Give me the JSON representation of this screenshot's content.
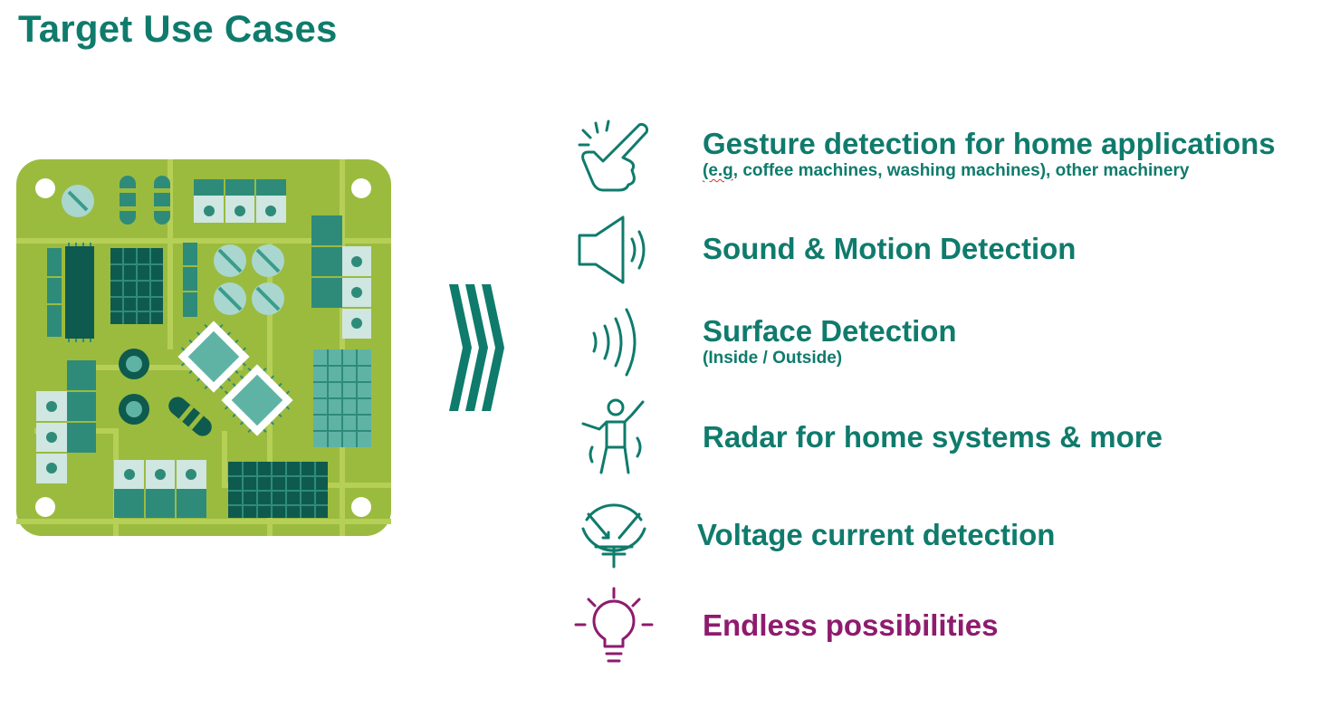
{
  "slide": {
    "title": "Target Use Cases"
  },
  "use_cases": [
    {
      "icon": "gesture-hand-icon",
      "title": "Gesture detection for home applications",
      "subtitle_prefix": "(e.g",
      "subtitle_rest": ", coffee machines, washing machines), other machinery"
    },
    {
      "icon": "speaker-icon",
      "title": "Sound & Motion Detection"
    },
    {
      "icon": "radar-waves-icon",
      "title": "Surface Detection",
      "subtitle": "(Inside / Outside)"
    },
    {
      "icon": "person-motion-icon",
      "title": "Radar for home systems & more"
    },
    {
      "icon": "voltage-symbol-icon",
      "title": "Voltage current detection"
    },
    {
      "icon": "lightbulb-icon",
      "title": "Endless possibilities"
    }
  ],
  "colors": {
    "accent_teal": "#0f7b6c",
    "accent_purple": "#8e1b6e",
    "board_green": "#9bbb3f"
  }
}
